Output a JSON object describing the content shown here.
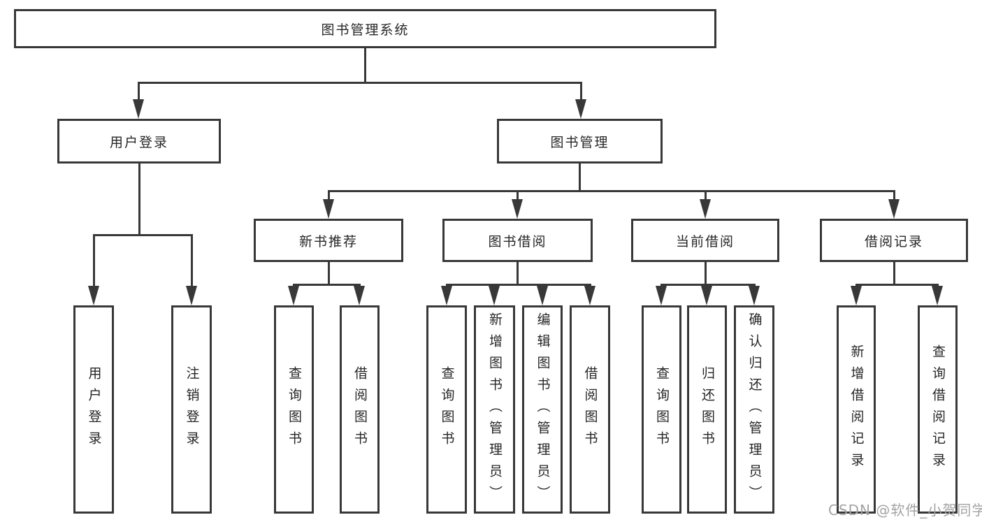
{
  "diagram": {
    "root": {
      "label": "图书管理系统"
    },
    "level2": [
      {
        "label": "用户登录"
      },
      {
        "label": "图书管理"
      }
    ],
    "level3": [
      {
        "label": "新书推荐"
      },
      {
        "label": "图书借阅"
      },
      {
        "label": "当前借阅"
      },
      {
        "label": "借阅记录"
      }
    ],
    "leaves": {
      "user_login": [
        {
          "label": "用户登录"
        },
        {
          "label": "注销登录"
        }
      ],
      "new_book": [
        {
          "label": "查询图书"
        },
        {
          "label": "借阅图书"
        }
      ],
      "book_borrow": [
        {
          "label": "查询图书"
        },
        {
          "label": "新增图书（管理员）"
        },
        {
          "label": "编辑图书（管理员）"
        },
        {
          "label": "借阅图书"
        }
      ],
      "current_borrow": [
        {
          "label": "查询图书"
        },
        {
          "label": "归还图书"
        },
        {
          "label": "确认归还（管理员）"
        }
      ],
      "borrow_record": [
        {
          "label": "新增借阅记录"
        },
        {
          "label": "查询借阅记录"
        }
      ]
    }
  },
  "watermark": {
    "text": "CSDN @软件_小贺同学"
  },
  "colors": {
    "line": "#383838",
    "text": "#262626",
    "watermark": "#a3a3a3",
    "background": "#ffffff"
  }
}
